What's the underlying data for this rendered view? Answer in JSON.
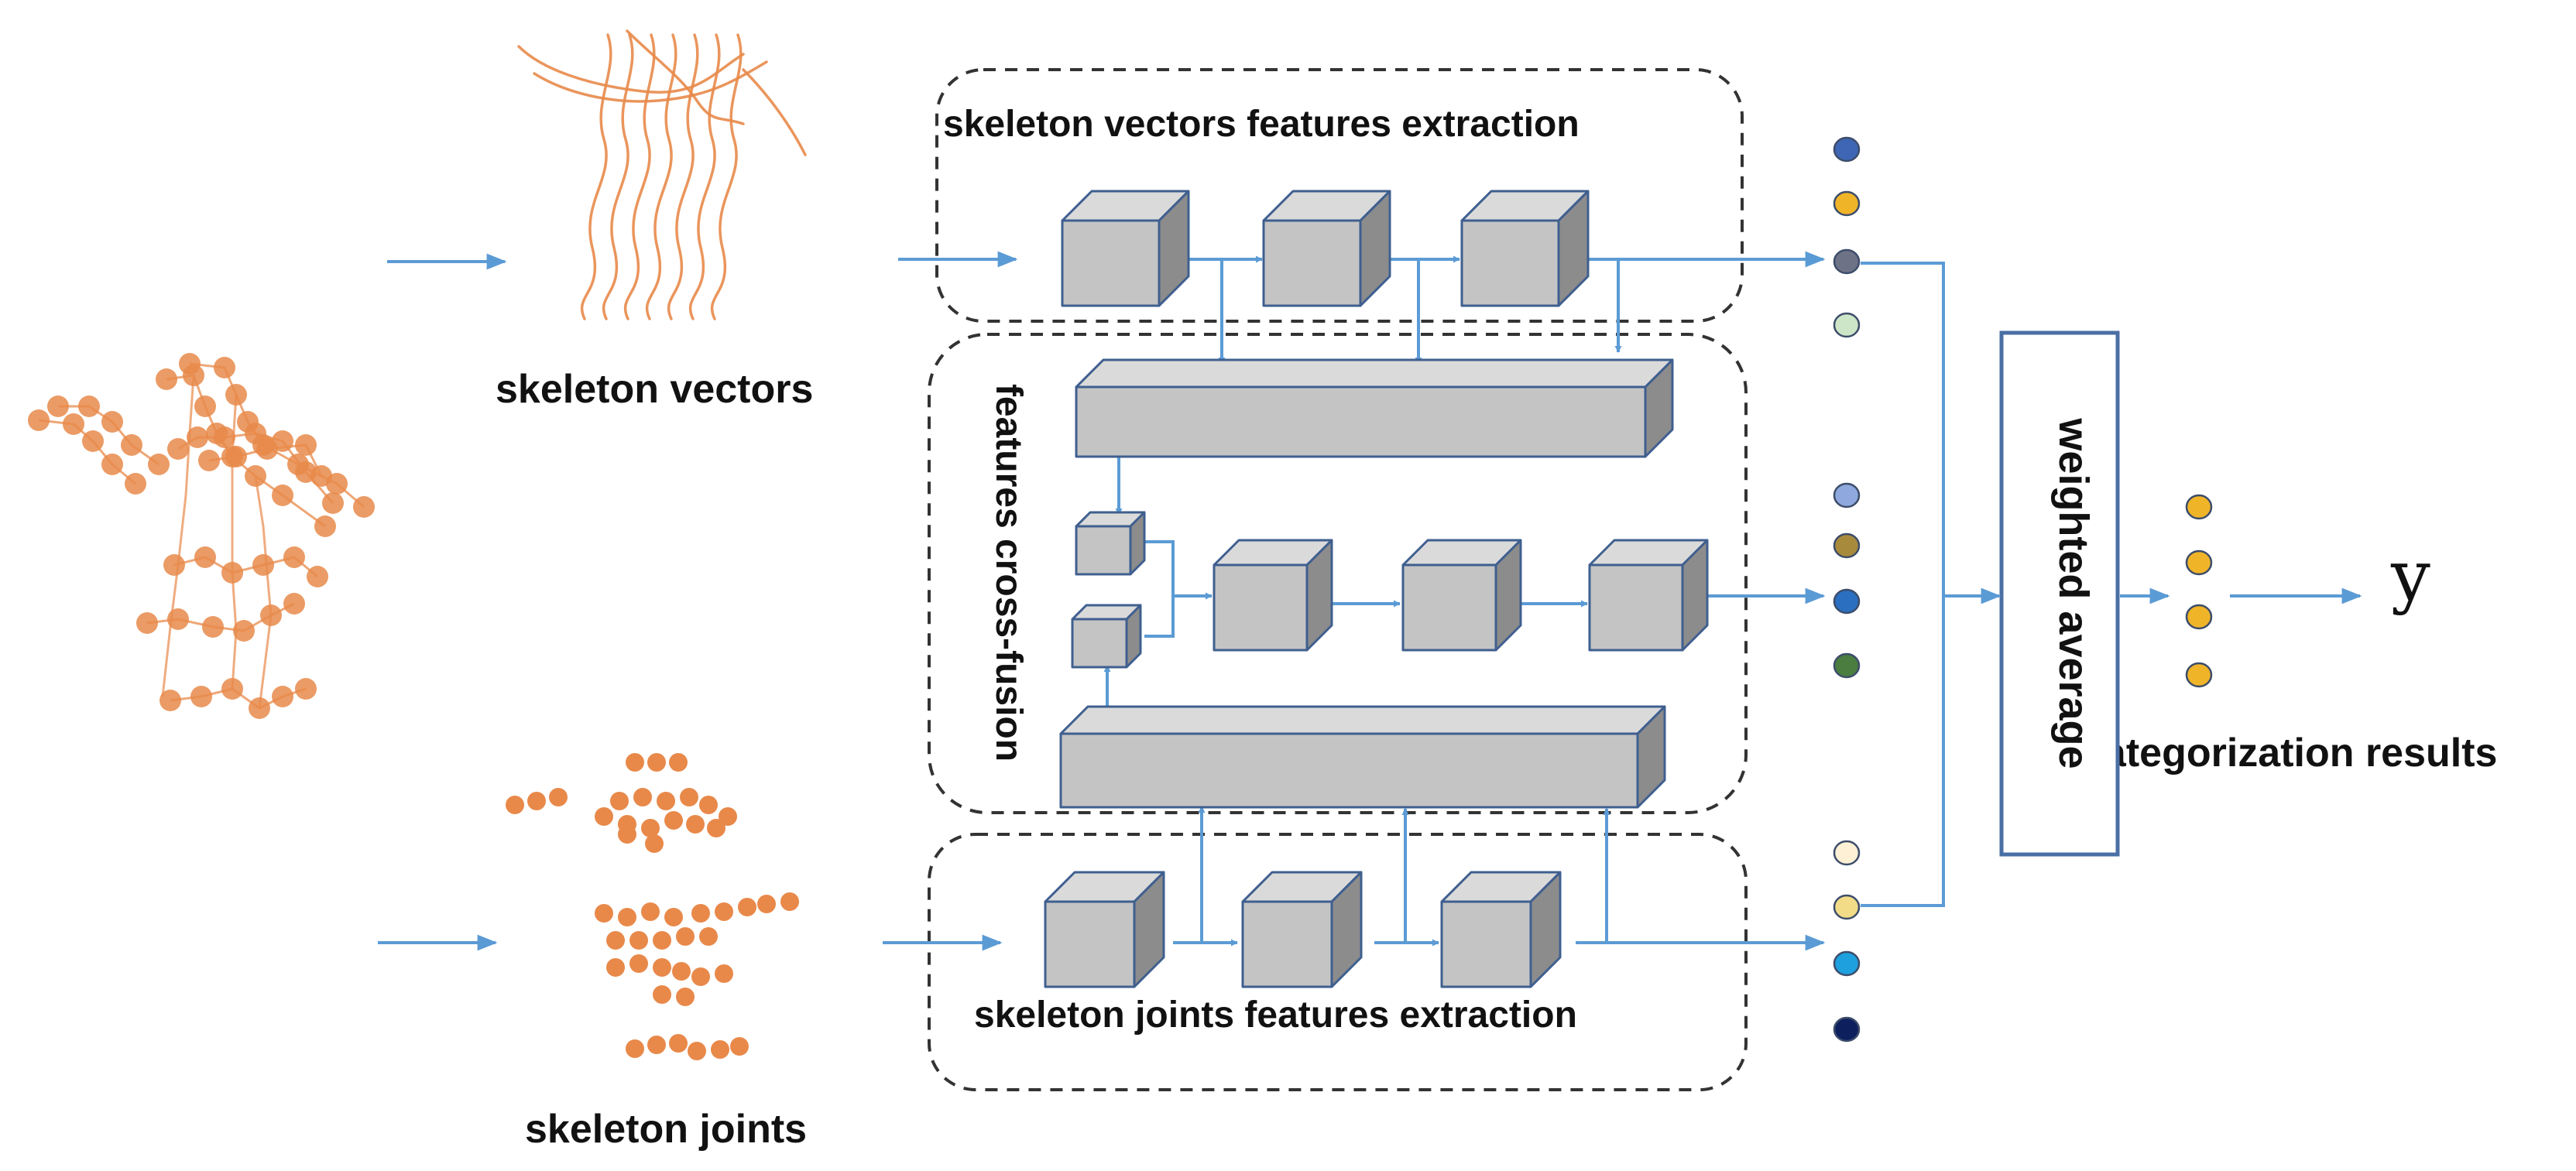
{
  "labels": {
    "skeleton_vectors": "skeleton vectors",
    "skeleton_joints": "skeleton joints",
    "vectors_extraction": "skeleton vectors features extraction",
    "joints_extraction": "skeleton joints features extraction",
    "cross_fusion": "features cross-fusion",
    "weighted_average": "weighted average",
    "categorization_results": "categorization results",
    "output": "y"
  },
  "colors": {
    "arrow": "#5b9bd5",
    "cube_front": "#c4c4c4",
    "cube_top": "#dadada",
    "cube_side": "#8c8c8c",
    "cube_edge": "#3f5f8f",
    "skeleton": "#e8894a",
    "dashed_border": "#333333"
  },
  "feature_dots": {
    "vectors_branch": [
      "#3f66b5",
      "#f0b429",
      "#6e7287",
      "#cde6c8"
    ],
    "fusion_branch": [
      "#8fa8dd",
      "#a88a3c",
      "#2a6fc0",
      "#4a7d3f"
    ],
    "joints_branch": [
      "#fdf0d5",
      "#f2dc88",
      "#1ea0df",
      "#0e1f5e"
    ],
    "results": [
      "#f0b429",
      "#f0b429",
      "#f0b429",
      "#f0b429"
    ]
  }
}
